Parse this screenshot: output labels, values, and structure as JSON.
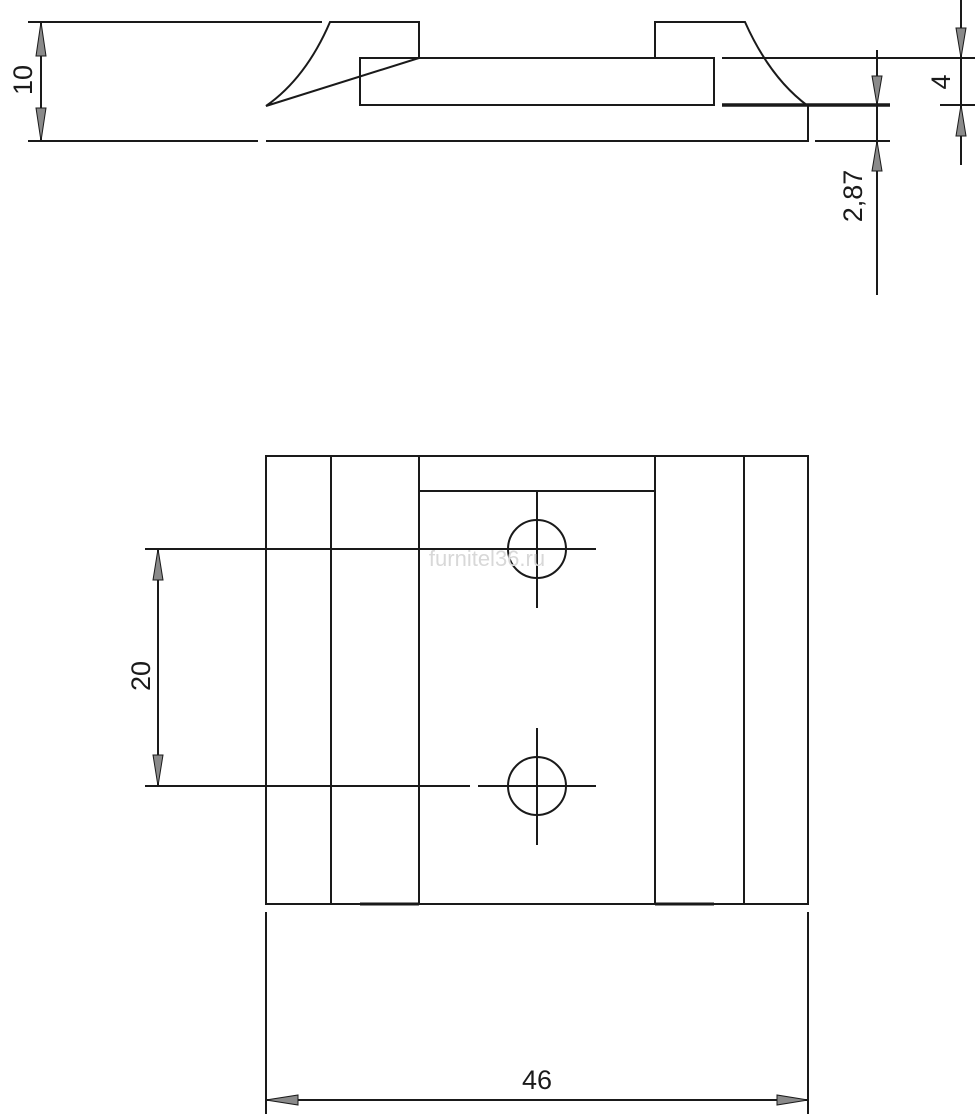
{
  "drawing": {
    "dimensions": {
      "height_total": "10",
      "slot_depth": "4",
      "bottom_thickness": "2,87",
      "hole_spacing": "20",
      "width_total": "46"
    },
    "watermark": "furnitel36.ru",
    "colors": {
      "line": "#1a1a1a",
      "arrow_fill": "#8a8a8a",
      "watermark": "#d8d8d8"
    }
  }
}
